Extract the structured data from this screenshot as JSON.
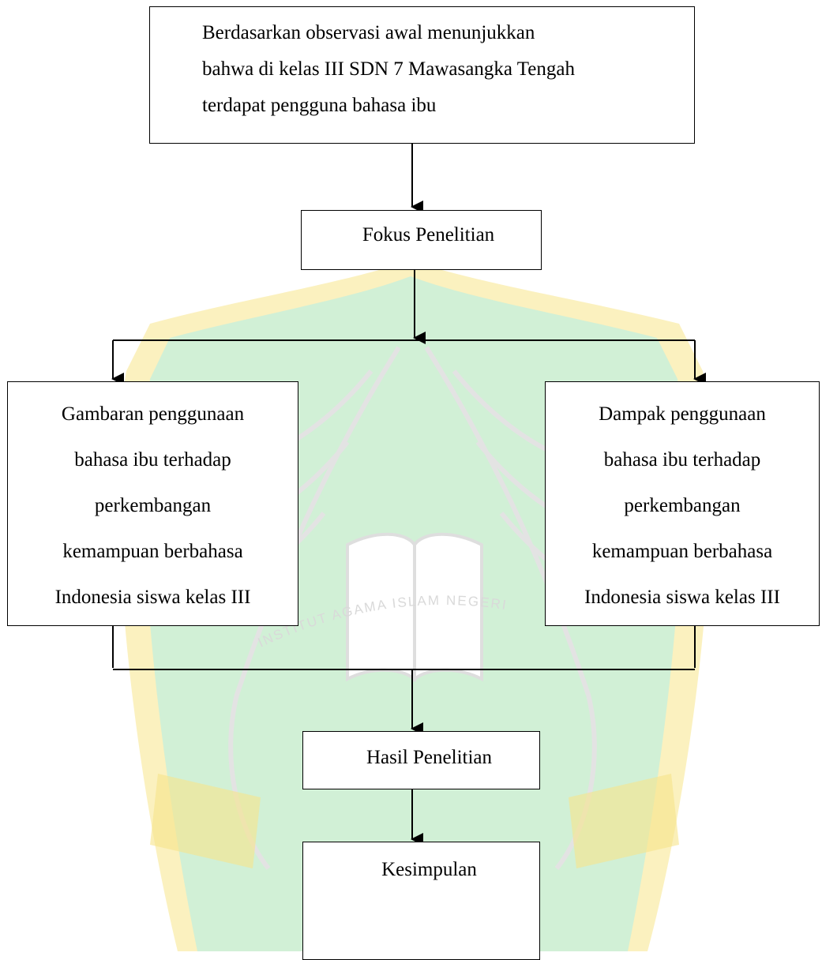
{
  "watermark": {
    "text": "INSTITUT AGAMA ISLAM NEGERI",
    "colors": {
      "green": "#c9f0d9",
      "yellow": "#f7e58a",
      "outline": "#e2e2e2"
    }
  },
  "diagram": {
    "observation": {
      "lines": [
        "Berdasarkan observasi awal menunjukkan",
        "bahwa di kelas III SDN 7 Mawasangka Tengah",
        "terdapat pengguna bahasa ibu"
      ]
    },
    "focus": {
      "label": "Fokus Penelitian"
    },
    "left_branch": {
      "lines": [
        "Gambaran penggunaan",
        "bahasa ibu terhadap",
        "perkembangan",
        "kemampuan berbahasa",
        "Indonesia siswa kelas III"
      ]
    },
    "right_branch": {
      "lines": [
        "Dampak penggunaan",
        "bahasa ibu terhadap",
        "perkembangan",
        "kemampuan berbahasa",
        "Indonesia siswa kelas III"
      ]
    },
    "results": {
      "label": "Hasil Penelitian"
    },
    "conclusion": {
      "label": "Kesimpulan"
    }
  }
}
